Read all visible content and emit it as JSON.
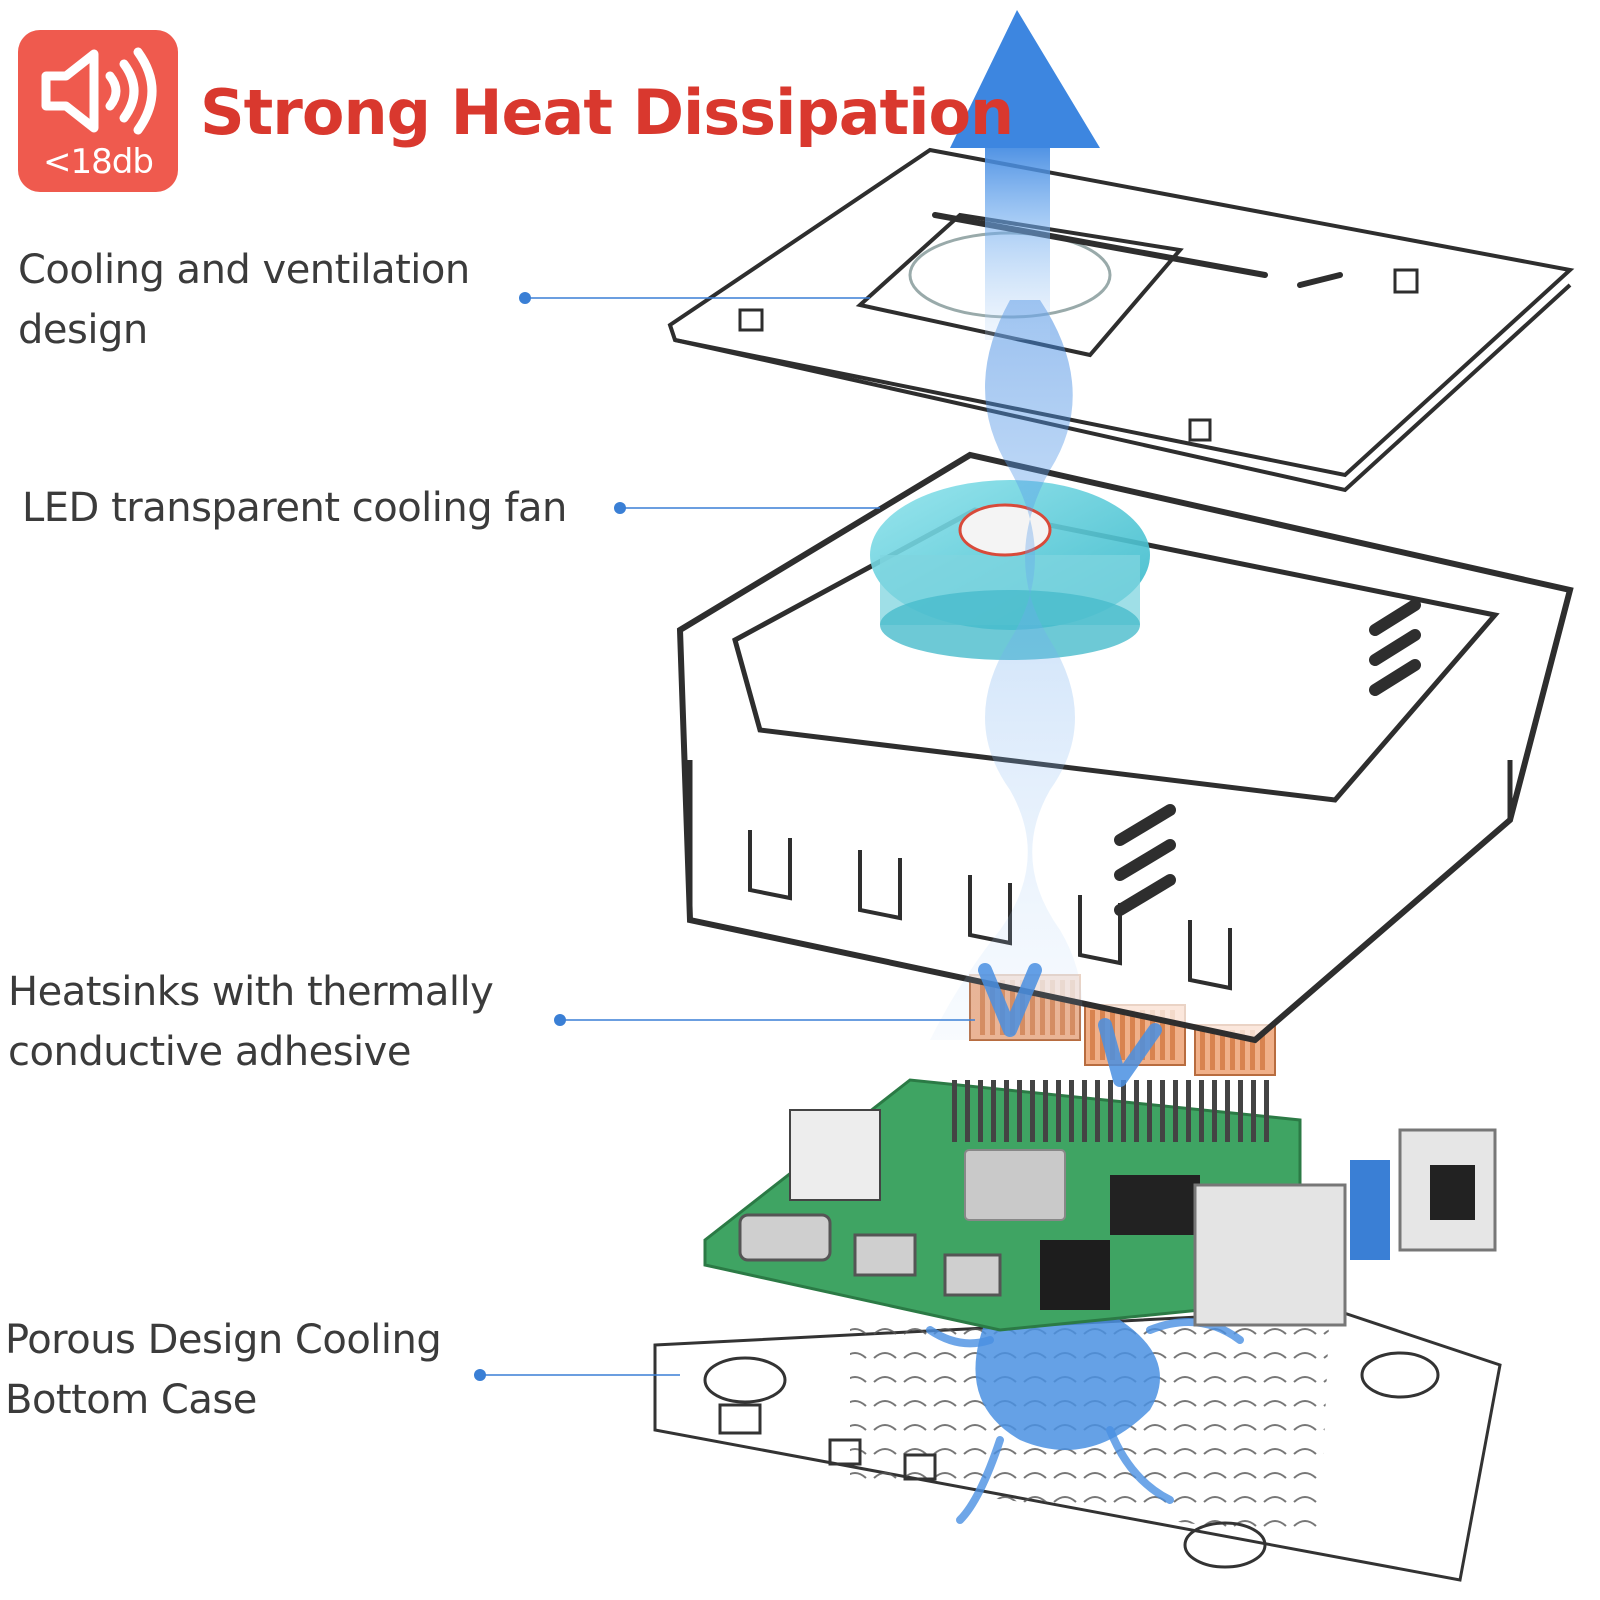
{
  "badge": {
    "label": "<18db",
    "icon": "speaker-icon",
    "color": "#ef5a4e"
  },
  "headline": {
    "text": "Strong Heat Dissipation",
    "color": "#d9382e"
  },
  "callouts": [
    {
      "lines": [
        "Cooling and ventilation",
        "design"
      ]
    },
    {
      "lines": [
        "LED transparent cooling fan"
      ]
    },
    {
      "lines": [
        "Heatsinks with thermally",
        "conductive adhesive"
      ]
    },
    {
      "lines": [
        "Porous Design Cooling",
        "Bottom Case"
      ]
    }
  ],
  "colors": {
    "airflow": "#4a90e2",
    "leader": "#3a7fd5",
    "board": "#3fa463",
    "heatsink": "#e0946a"
  }
}
